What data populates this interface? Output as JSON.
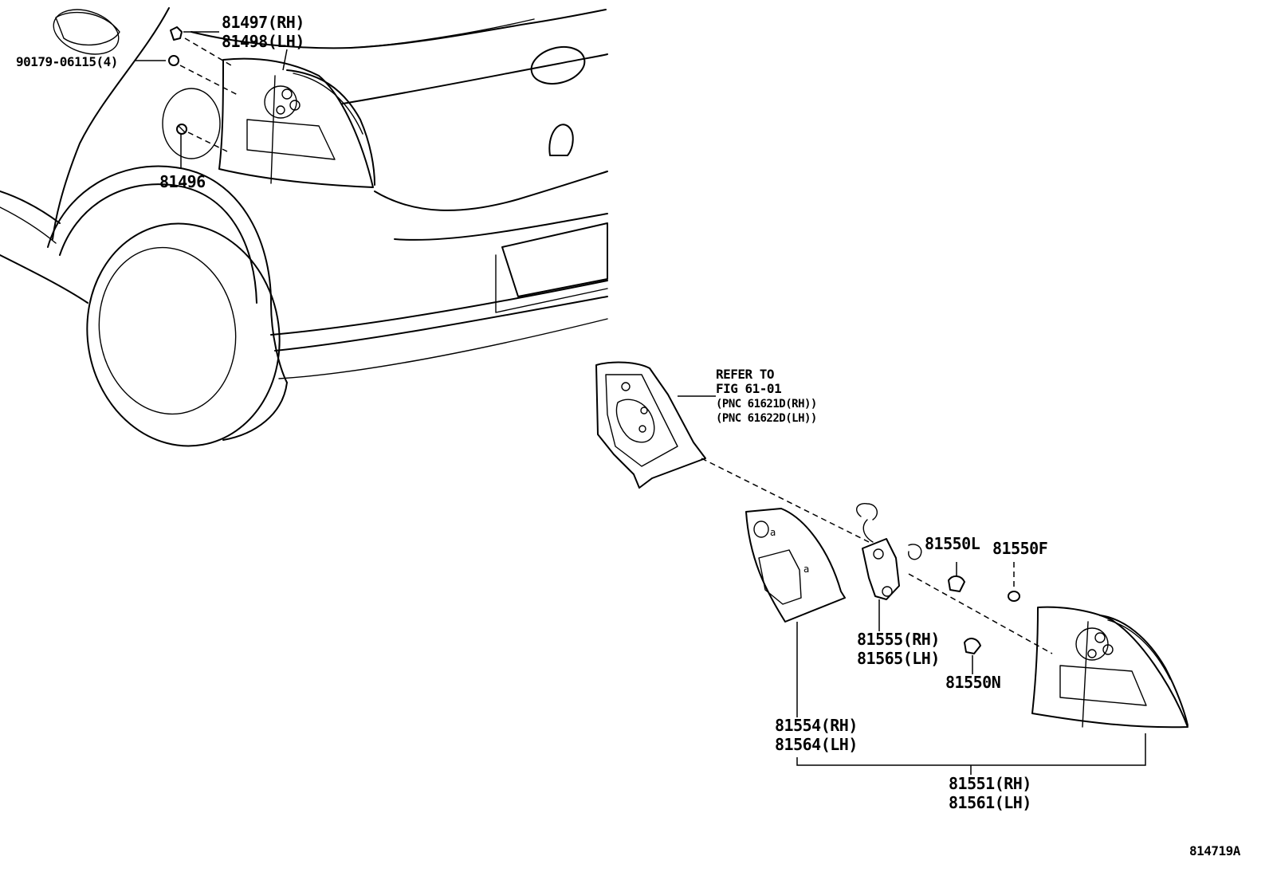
{
  "diagram_id": "814719A",
  "refer": {
    "line1": "REFER TO",
    "line2": "FIG 61-01",
    "pnc_rh": "(PNC 61621D(RH))",
    "pnc_lh": "(PNC 61622D(LH))"
  },
  "parts": {
    "p81497": "81497(RH)",
    "p81498": "81498(LH)",
    "p90179": "90179-06115(4)",
    "p81496": "81496",
    "p81550L": "81550L",
    "p81550F": "81550F",
    "p81555": "81555(RH)",
    "p81565": "81565(LH)",
    "p81550N": "81550N",
    "p81554": "81554(RH)",
    "p81564": "81564(LH)",
    "p81551": "81551(RH)",
    "p81561": "81561(LH)"
  }
}
